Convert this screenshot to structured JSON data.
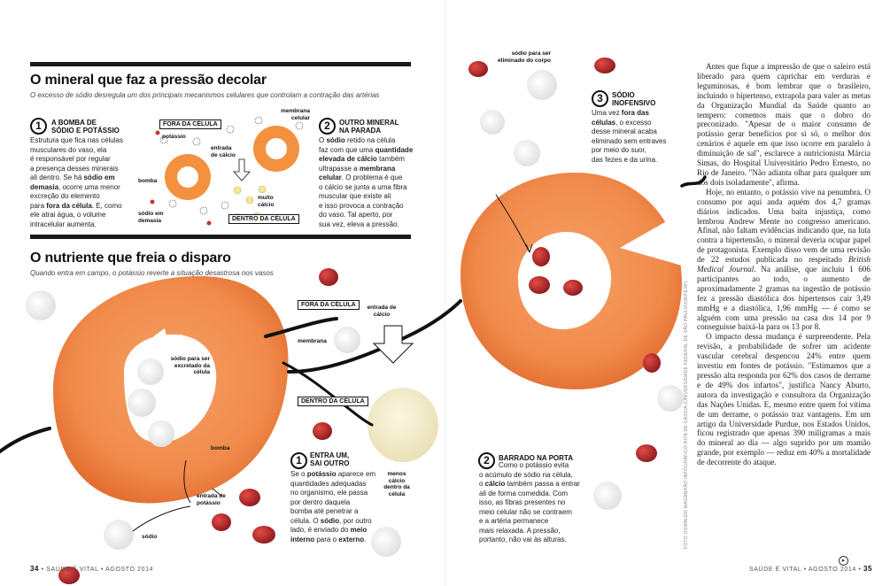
{
  "section1": {
    "title": "O mineral que faz a pressão decolar",
    "subtitle": "O excesso de sódio desregula um dos principais mecanismos celulares que controlam a contração das artérias",
    "step1": {
      "num": "1",
      "title_l1": "A BOMBA DE",
      "title_l2": "SÓDIO E POTÁSSIO",
      "lines": [
        "Estrutura que fica nas células",
        "musculares do vaso, ela",
        "é responsável por regular",
        "a presença desses minerais",
        "ali dentro. Se há <b>sódio em</b>",
        "<b>demasia</b>, ocorre uma menor",
        "excreção do elemento",
        "para <b>fora da célula</b>. E, como",
        "ele atrai água, o volume",
        "intracelular aumenta."
      ]
    },
    "step2": {
      "num": "2",
      "title_l1": "OUTRO MINERAL",
      "title_l2": "NA PARADA",
      "lines": [
        "O <b>sódio</b> retido na célula",
        "faz com que uma <b>quantidade</b>",
        "<b>elevada de cálcio</b> também",
        "ultrapasse a <b>membrana</b>",
        "<b>celular</b>. O problema é que",
        "o cálcio se junta a uma fibra",
        "muscular que existe ali",
        "e isso provoca a contração",
        "do vaso. Tal aperto, por",
        "sua vez, eleva a pressão."
      ]
    },
    "labels": {
      "fora": "FORA DA CÉLULA",
      "dentro": "DENTRO DA CÉLULA",
      "potassio": "potássio",
      "membrana": "membrana celular",
      "entrada_calcio": "entrada de cálcio",
      "bomba": "bomba",
      "sodio_demasia": "sódio em demasia",
      "muito_calcio": "muito cálcio"
    }
  },
  "section2": {
    "title": "O nutriente que freia o disparo",
    "subtitle": "Quando entra em campo, o potássio reverte a situação desastrosa nos vasos",
    "labels": {
      "fora": "FORA DA CÉLULA",
      "dentro": "DENTRO DA CÉLULA",
      "entrada_calcio": "entrada de cálcio",
      "membrana": "membrana",
      "sodio_excretado": "sódio para ser excretado da célula",
      "bomba": "bomba",
      "entrada_potassio": "entrada de potássio",
      "sodio": "sódio",
      "menos_calcio": "menos cálcio dentro da célula",
      "sodio_eliminado": "sódio para ser eliminado do corpo"
    },
    "step1": {
      "num": "1",
      "title_l1": "ENTRA UM,",
      "title_l2": "SAI OUTRO",
      "lines": [
        "Se o <b>potássio</b> aparece em",
        "quantidades adequadas",
        "no organismo, ele passa",
        "por dentro daquela",
        "bomba até penetrar a",
        "célula. O <b>sódio</b>, por outro",
        "lado, é enviado do <b>meio</b>",
        "<b>interno</b> para o <b>externo</b>."
      ]
    },
    "step2": {
      "num": "2",
      "title": "BARRADO NA PORTA",
      "lines": [
        "Como o potássio evita",
        "o acúmulo de sódio na célula,",
        "o <b>cálcio</b> também passa a entrar",
        "ali de forma comedida. Com",
        "isso, as fibras presentes no",
        "meio celular não se contraem",
        "e a artéria permanece",
        "mais relaxada. A pressão,",
        "portanto, não vai às alturas."
      ]
    },
    "step3": {
      "num": "3",
      "title_l1": "SÓDIO",
      "title_l2": "INOFENSIVO",
      "lines": [
        "Uma vez <b>fora das</b>",
        "<b>células</b>, o excesso",
        "desse mineral acaba",
        "eliminado sem entraves",
        "por meio do suor,",
        "das fezes e da urina."
      ]
    }
  },
  "article": {
    "paragraphs": [
      "Antes que fique a impressão de que o saleiro está liberado para quem caprichar em verduras e leguminosas, é bom lembrar que o brasileiro, incluindo o hipertenso, extrapola para valer as metas da Organização Mundial da Saúde quanto ao tempero: comemos mais que o dobro do preconizado. \"Apesar de o maior consumo de potássio gerar benefícios por si só, o melhor dos cenários é aquele em que isso ocorre em paralelo à diminuição de sal\", esclarece a nutricionista Márcia Simas, do Hospital Universitário Pedro Ernesto, no Rio de Janeiro. \"Não adianta olhar para qualquer um dos dois isoladamente\", afirma.",
      "Hoje, no entanto, o potássio vive na penumbra. O consumo por aqui anda aquém dos 4,7 gramas diários indicados. Uma baita injustiça, como lembrou Andrew Mente no congresso americano. Afinal, não faltam evidências indicando que, na luta contra a hipertensão, o mineral deveria ocupar papel de protagonista. Exemplo disso vem de uma revisão de 22 estudos publicada no respeitado British Medical Journal. Na análise, que incluiu 1 606 participantes ao todo, o aumento de aproximadamente 2 gramas na ingestão de potássio fez a pressão diastólica dos hipertensos cair 3,49 mmHg e a diastólica, 1,96 mmHg — é como se alguém com uma pressão na casa dos 14 por 9 conseguisse baixá-la para os 13 por 8.",
      "O impacto dessa mudança é surpreendente. Pela revisão, a probabilidade de sofrer um acidente vascular cerebral despencou 24% entre quem investiu em fontes de potássio. \"Estimamos que a pressão alta responda por 62% dos casos de derrame e de 49% dos infartos\", justifica Nancy Aburto, autora da investigação e consultora da Organização das Nações Unidas. E, mesmo entre quem foi vítima de um derrame, o potássio traz vantagens. Em um artigo da Universidade Purdue, nos Estados Unidos, ficou registrado que apenas 390 miligramas a mais do mineral ao dia — algo suprido por um mamão grande, por exemplo — reduz em 40% a mortalidade de decorrente do ataque."
    ],
    "continue_icon": "arrow-circle-icon"
  },
  "footer": {
    "left_page": "34",
    "left_text": "• SAÚDE É VITAL • AGOSTO 2014",
    "right_text": "SAÚDE É VITAL • AGOSTO 2014 •",
    "right_page": "35"
  },
  "credit": "FOTO OSWALDO MAGANHÃO  INFOGRÁFICO RITA DE CÁSSIA (UNIVERSIDADE FEDERAL DE SÃO PAULO/UNIFESP)",
  "colors": {
    "papaya": "#f08a4b",
    "papaya_dark": "#e06a2c",
    "seed": "#b8262a",
    "salt": "#f4f4f4",
    "ink": "#111111"
  }
}
